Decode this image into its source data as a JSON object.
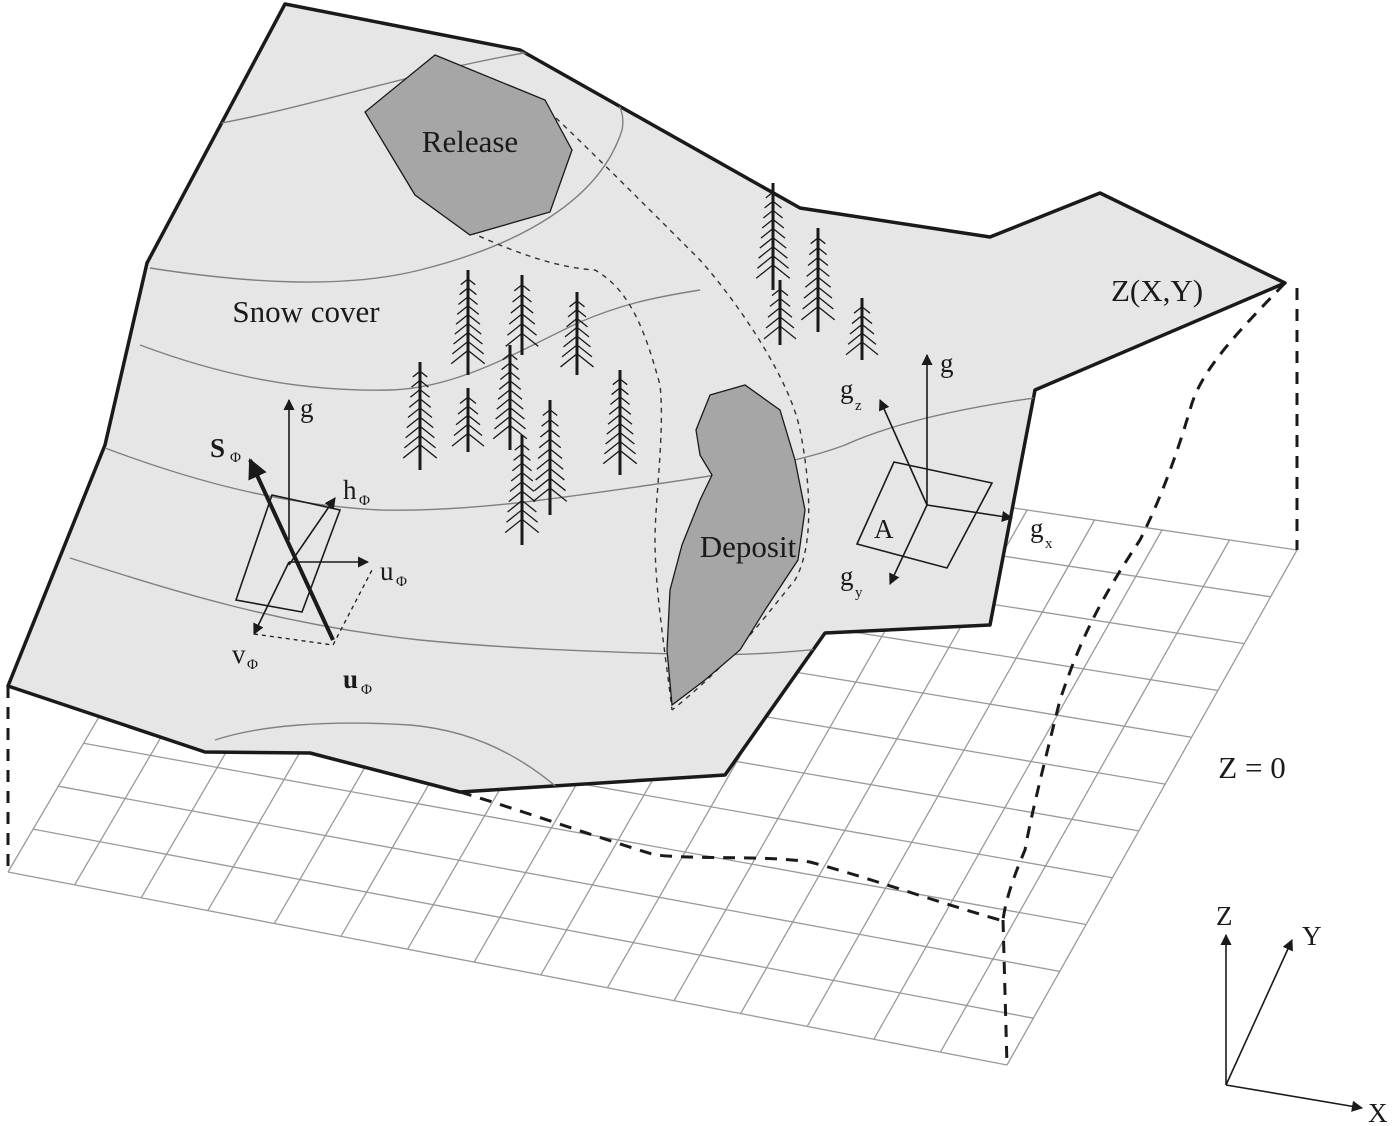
{
  "labels": {
    "release": "Release",
    "snow_cover": "Snow cover",
    "deposit": "Deposit",
    "surface": "Z(X,Y)",
    "datum_plane": "Z = 0",
    "area": "A"
  },
  "vectors": {
    "g": "g",
    "gz": "g",
    "gz_sub": "z",
    "gx": "g",
    "gx_sub": "x",
    "gy": "g",
    "gy_sub": "y",
    "s": "S",
    "s_sub": "Φ",
    "h": "h",
    "h_sub": "Φ",
    "u": "u",
    "u_sub": "Φ",
    "v": "v",
    "v_sub": "Φ",
    "uvec": "u⃗",
    "uvec_sub": "Φ"
  },
  "axes": {
    "z": "Z",
    "y": "Y",
    "x": "X"
  },
  "colors": {
    "terrain": "#e6e6e6",
    "zones": "#a6a6a6",
    "line": "#1a1a1a",
    "contour": "#808080",
    "grid": "#9a9a9a"
  }
}
